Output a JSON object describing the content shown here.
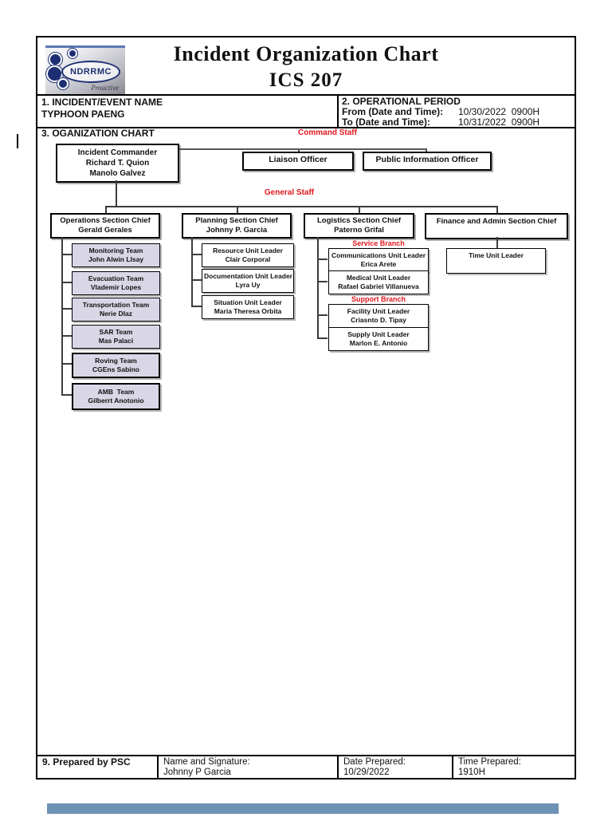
{
  "colors": {
    "accent_red": "#E0181C",
    "team_fill": "#D9D7E6",
    "next_page_bar": "#6E91B6",
    "logo_navy": "#1D2F72"
  },
  "logo": {
    "text": "NDRRMC",
    "tagline": "Proactive"
  },
  "title": {
    "line1": "Incident Organization Chart",
    "line2": "ICS 207"
  },
  "header": {
    "incident_label": "1. INCIDENT/EVENT NAME",
    "incident_value": "TYPHOON PAENG",
    "period_label": "2. OPERATIONAL PERIOD",
    "from_label": "From (Date and Time):",
    "from_value": "10/30/2022  0900H",
    "to_label": "To (Date and Time):",
    "to_value": "10/31/2022  0900H"
  },
  "chart": {
    "section_label": "3. OGANIZATION CHART",
    "command_staff": "Command Staff",
    "general_staff": "General Staff",
    "ic": {
      "title": "Incident Commander",
      "name1": "Richard T. Quion",
      "name2": "Manolo Galvez"
    },
    "liaison": "Liaison Officer",
    "pio": "Public Information Officer",
    "operations": {
      "role": "Operations Section Chief",
      "name": "Gerald Gerales",
      "teams": [
        {
          "role": "Monitoring Team",
          "name": "John Alwin LIsay"
        },
        {
          "role": "Evacuation Team",
          "name": "Vlademir Lopes"
        },
        {
          "role": "Transportation Team",
          "name": "Nerie DIaz"
        },
        {
          "role": "SAR Team",
          "name": "Mas Palaci"
        },
        {
          "role": "Roving Team",
          "name": "CGEns Sabino"
        },
        {
          "role": "AMB  Team",
          "name": "Gilberrt Anotonio"
        }
      ]
    },
    "planning": {
      "role": "Planning Section Chief",
      "name": "Johnny P. Garcia",
      "units": [
        {
          "role": "Resource Unit Leader",
          "name": "Clair Corporal"
        },
        {
          "role": "Documentation Unit Leader",
          "name": "Lyra Uy"
        },
        {
          "role": "Situation Unit Leader",
          "name": "Maria Theresa Orbita"
        }
      ]
    },
    "logistics": {
      "role": "Logistics Section Chief",
      "name": "Paterno Grifal",
      "service_branch": "Service Branch",
      "support_branch": "Support Branch",
      "service_units": [
        {
          "role": "Communications Unit Leader",
          "name": "Erica Arete"
        },
        {
          "role": "Medical Unit Leader",
          "name": "Rafael Gabriel Villanueva"
        }
      ],
      "support_units": [
        {
          "role": "Facility Unit Leader",
          "name": "Criasnto D. Tipay"
        },
        {
          "role": "Supply Unit Leader",
          "name": "Marlon E. Antonio"
        }
      ]
    },
    "finance": {
      "role": "Finance and Admin Section Chief",
      "unit": "Time Unit Leader"
    }
  },
  "footer": {
    "prepared_label": "9. Prepared by PSC",
    "name_label": "Name and Signature:",
    "name_value": "Johnny P Garcia",
    "date_label": "Date Prepared:",
    "date_value": "10/29/2022",
    "time_label": "Time Prepared:",
    "time_value": "1910H"
  }
}
